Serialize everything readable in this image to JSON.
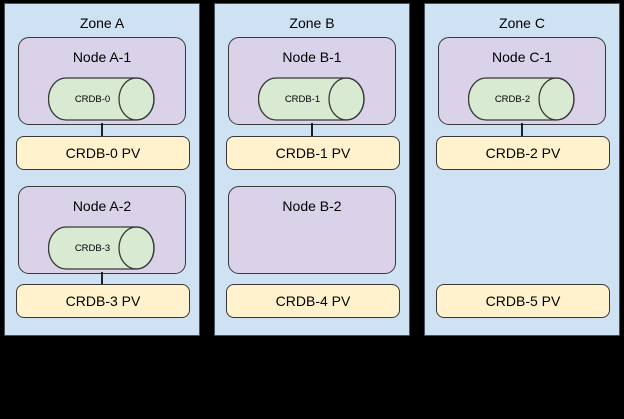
{
  "diagram": {
    "description": "Three availability zones with Kubernetes nodes, CockroachDB pods (cylinders) and persistent volumes"
  },
  "colors": {
    "background": "#000000",
    "zone_fill": "#cfe2f3",
    "zone_border": "#43525c",
    "node_fill": "#d9d2e9",
    "node_border": "#383838",
    "cylinder_fill": "#d9ead3",
    "cylinder_border": "#383838",
    "pv_fill": "#fff2cc",
    "pv_border": "#383838"
  },
  "zones": [
    {
      "title": "Zone A",
      "node1": {
        "title": "Node A-1",
        "cylinder": "CRDB-0"
      },
      "pv1": "CRDB-0 PV",
      "node2": {
        "title": "Node A-2",
        "cylinder": "CRDB-3"
      },
      "pv2": "CRDB-3 PV"
    },
    {
      "title": "Zone B",
      "node1": {
        "title": "Node B-1",
        "cylinder": "CRDB-1"
      },
      "pv1": "CRDB-1 PV",
      "node2": {
        "title": "Node B-2"
      },
      "pv2": "CRDB-4 PV"
    },
    {
      "title": "Zone C",
      "node1": {
        "title": "Node C-1",
        "cylinder": "CRDB-2"
      },
      "pv1": "CRDB-2 PV",
      "pv2": "CRDB-5 PV"
    }
  ]
}
